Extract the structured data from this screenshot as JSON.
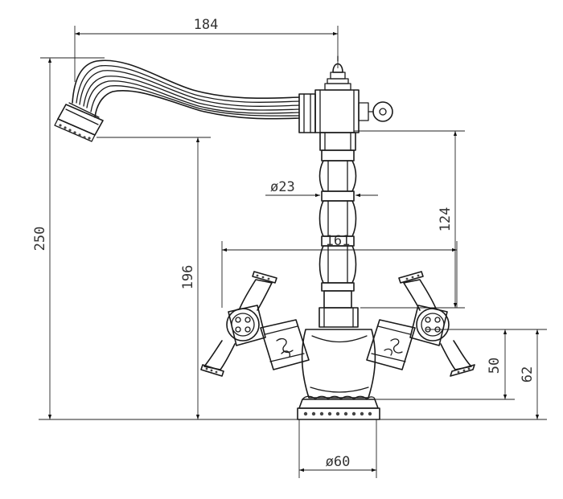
{
  "dimensions": {
    "spout_reach": "184",
    "total_height": "250",
    "spout_height": "196",
    "body_height": "124",
    "body_diameter": "ø23",
    "handle_span": "161",
    "handle_height": "50",
    "base_height": "62",
    "base_diameter": "ø60"
  }
}
